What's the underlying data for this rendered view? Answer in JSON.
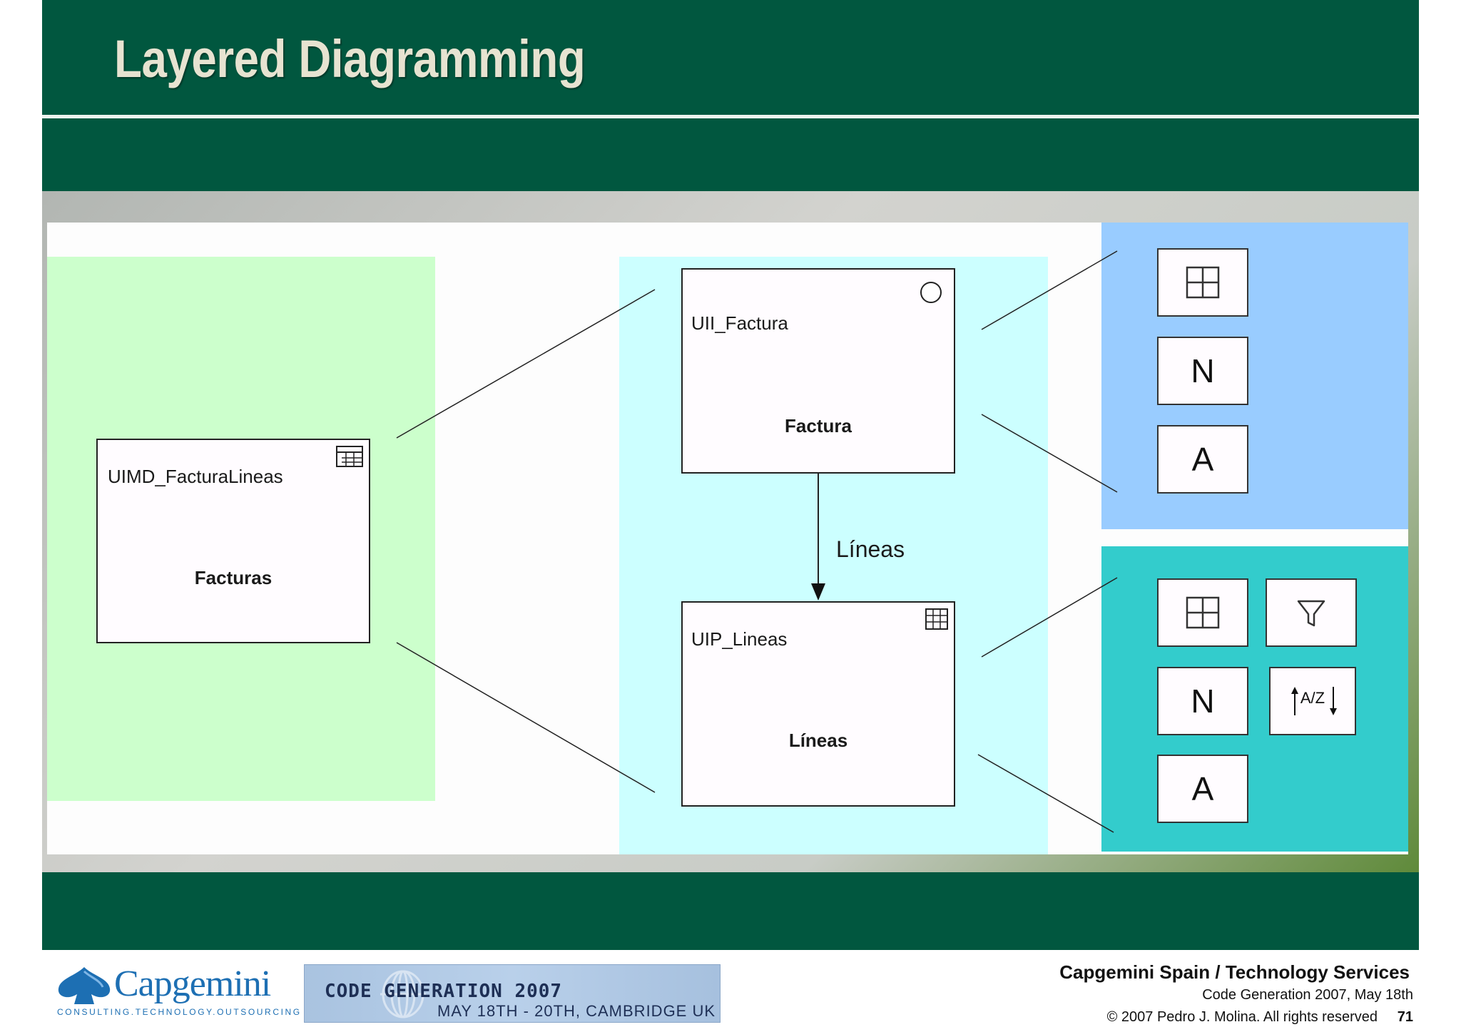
{
  "slide": {
    "title": "Layered Diagramming"
  },
  "diagram": {
    "nodes": {
      "uimd": {
        "name": "UIMD_FacturaLineas",
        "subtitle": "Facturas",
        "icon": "table-icon"
      },
      "uii": {
        "name": "UII_Factura",
        "subtitle": "Factura",
        "icon": "circle-icon"
      },
      "uip": {
        "name": "UIP_Lineas",
        "subtitle": "Líneas",
        "icon": "grid-icon"
      }
    },
    "relation_label": "Líneas",
    "widgets_top": [
      {
        "label": "",
        "icon": "grid-icon"
      },
      {
        "label": "N",
        "icon": "navigation-icon"
      },
      {
        "label": "A",
        "icon": "action-icon"
      }
    ],
    "widgets_bottom": [
      {
        "label": "",
        "icon": "grid-icon"
      },
      {
        "label": "",
        "icon": "filter-icon"
      },
      {
        "label": "N",
        "icon": "navigation-icon"
      },
      {
        "label": "A/Z",
        "icon": "sort-icon"
      },
      {
        "label": "A",
        "icon": "action-icon"
      }
    ],
    "colors": {
      "data_layer": "#ccffcc",
      "presentation_layer": "#ccffff",
      "widgets_top_layer": "#99ccff",
      "widgets_bottom_layer": "#33cccc",
      "header": "#01573f"
    }
  },
  "footer": {
    "brand": "Capgemini",
    "tagline": "CONSULTING.TECHNOLOGY.OUTSOURCING",
    "event_name": "CODE GENERATION 2007",
    "event_dates": "MAY 18TH - 20TH, CAMBRIDGE UK",
    "organization": "Capgemini Spain / Technology Services",
    "event_line": "Code Generation 2007, May 18th",
    "copyright": "© 2007 Pedro J. Molina. All rights reserved",
    "page_number": "71"
  }
}
